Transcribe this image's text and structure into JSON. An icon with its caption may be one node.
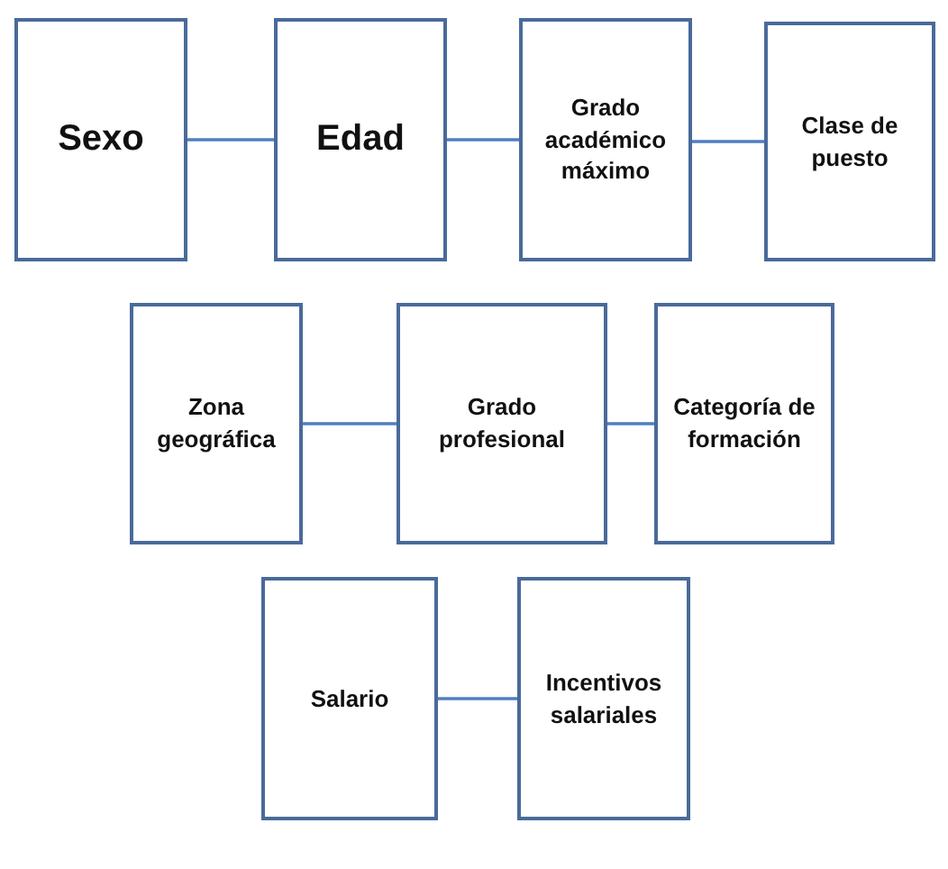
{
  "diagram": {
    "nodes": [
      {
        "text": [
          "Sexo"
        ]
      },
      {
        "text": [
          "Edad"
        ]
      },
      {
        "text": [
          "Grado académico máximo"
        ]
      },
      {
        "text": [
          "Clase de puesto"
        ]
      },
      {
        "text": [
          "Zona geográfica"
        ]
      },
      {
        "text": [
          "Grado profesional"
        ]
      },
      {
        "text": [
          "Categoría de formación"
        ]
      },
      {
        "text": [
          "Salario"
        ]
      },
      {
        "text": [
          "Incentivos salariales"
        ]
      }
    ],
    "edges": [
      {
        "from": 0,
        "to": 1,
        "arrow": "none"
      },
      {
        "from": 1,
        "to": 2,
        "arrow": "none"
      },
      {
        "from": 2,
        "to": 3,
        "arrow": "none"
      },
      {
        "from": 4,
        "to": 5,
        "arrow": "none"
      },
      {
        "from": 5,
        "to": 6,
        "arrow": "none"
      },
      {
        "from": 7,
        "to": 8,
        "arrow": "none"
      }
    ]
  }
}
